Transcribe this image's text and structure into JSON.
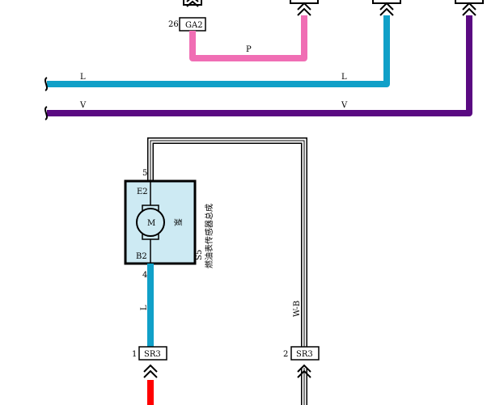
{
  "wires": {
    "pink": {
      "label": "P",
      "color": "#f06eb4"
    },
    "blue_top": {
      "label_left": "L",
      "label_right": "L",
      "color": "#10a0c8"
    },
    "purple": {
      "label_left": "V",
      "label_right": "V",
      "color": "#5a0a82"
    },
    "blue_bottom": {
      "label": "L",
      "color": "#10a0c8"
    },
    "wb": {
      "label": "W-B",
      "color": "#000000"
    },
    "red": {
      "color": "#ff0000"
    }
  },
  "connectors": {
    "ga2": {
      "pin": "26",
      "name": "GA2"
    },
    "sr3_left": {
      "pin": "1",
      "name": "SR3"
    },
    "sr3_right": {
      "pin": "2",
      "name": "SR3"
    }
  },
  "component": {
    "pin_top": "5",
    "pin_bottom": "4",
    "terminal_top": "E2",
    "terminal_bottom": "B2",
    "motor_label": "M",
    "pump_label": "泵",
    "ref": "S5",
    "name": "燃油表传感器总成",
    "fill": "#cdeaf3"
  }
}
